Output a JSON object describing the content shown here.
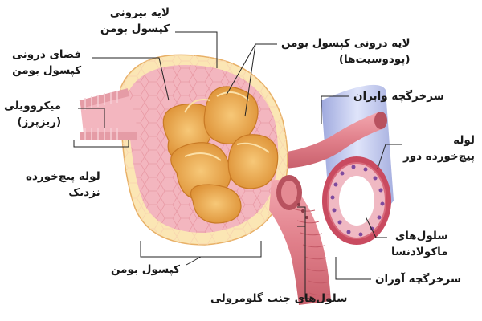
{
  "labels": {
    "outer_layer": {
      "line1": "لایه بیرونی",
      "line2": "کپسول بومن"
    },
    "capsular_space": {
      "line1": "فضای درونی",
      "line2": "کپسول بومن"
    },
    "microvilli": {
      "line1": "میکروویلی",
      "line2": "(ریزپرز)"
    },
    "proximal_tubule": {
      "line1": "لوله پیچ‌خورده",
      "line2": "نزدیک"
    },
    "bowman_capsule": {
      "line1": "کپسول بومن"
    },
    "inner_layer": {
      "line1": "لایه درونی کپسول بومن",
      "line2": "(پودوسیت‌ها)"
    },
    "efferent_arteriole": {
      "line1": "سرخرگچه وابران"
    },
    "distal_tubule": {
      "line1": "لوله",
      "line2": "پیچ‌خورده دور"
    },
    "macula_densa": {
      "line1": "سلول‌های",
      "line2": "ماکولادنسا"
    },
    "afferent_arteriole": {
      "line1": "سرخرگچه آوران"
    },
    "juxtaglomerular": {
      "line1": "سلول‌های جنب گلومرولی"
    }
  },
  "colors": {
    "capsule_outer": "#fbe6b4",
    "capsule_space": "#f3b6bf",
    "capillary": "#f2b25a",
    "capillary_dark": "#d68a2e",
    "vessel": "#e58a93",
    "tubule_blue": "#c7cff0"
  }
}
